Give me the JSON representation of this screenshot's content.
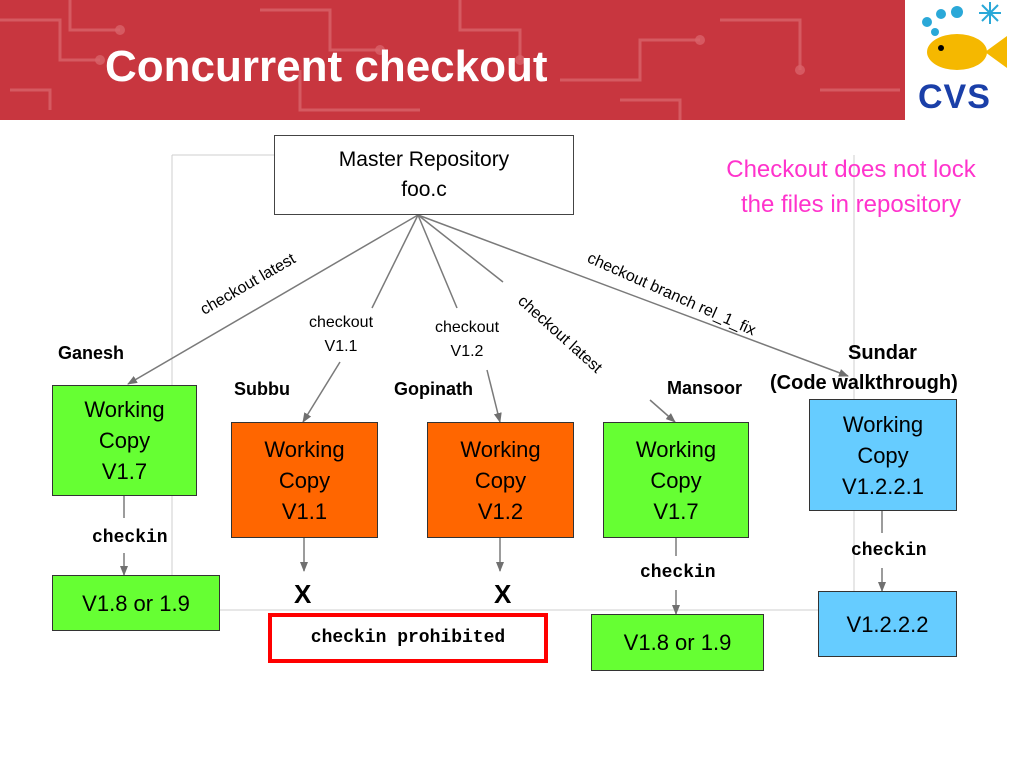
{
  "title": "Concurrent checkout",
  "logo": {
    "text": "CVS"
  },
  "master": {
    "line1": "Master Repository",
    "line2": "foo.c"
  },
  "note": {
    "line1": "Checkout does not lock",
    "line2": "the files in repository"
  },
  "edge_labels": {
    "checkout_latest_1": "checkout latest",
    "checkout_v11_a": "checkout",
    "checkout_v11_b": "V1.1",
    "checkout_v12_a": "checkout",
    "checkout_v12_b": "V1.2",
    "checkout_latest_2": "checkout latest",
    "checkout_branch": "checkout branch rel_1_fix"
  },
  "users": {
    "ganesh": "Ganesh",
    "subbu": "Subbu",
    "gopinath": "Gopinath",
    "mansoor": "Mansoor",
    "sundar_a": "Sundar",
    "sundar_b": "(Code walkthrough)"
  },
  "working_copies": {
    "ganesh": {
      "l1": "Working",
      "l2": "Copy",
      "l3": "V1.7"
    },
    "subbu": {
      "l1": "Working",
      "l2": "Copy",
      "l3": "V1.1"
    },
    "gopinath": {
      "l1": "Working",
      "l2": "Copy",
      "l3": "V1.2"
    },
    "mansoor": {
      "l1": "Working",
      "l2": "Copy",
      "l3": "V1.7"
    },
    "sundar": {
      "l1": "Working",
      "l2": "Copy",
      "l3": "V1.2.2.1"
    }
  },
  "checkin_labels": {
    "ganesh": "checkin",
    "mansoor": "checkin",
    "sundar": "checkin"
  },
  "results": {
    "ganesh": "V1.8 or 1.9",
    "mansoor": "V1.8 or 1.9",
    "sundar": "V1.2.2.2"
  },
  "rejected": {
    "subbu": "X",
    "gopinath": "X"
  },
  "prohibited": "checkin prohibited",
  "colors": {
    "header": "#c8363f",
    "working_green": "#66ff33",
    "working_orange": "#ff6600",
    "working_blue": "#66ccff",
    "note": "#ff33cc",
    "prohibited_border": "#ff0000",
    "logo_text": "#1a3fa8"
  }
}
